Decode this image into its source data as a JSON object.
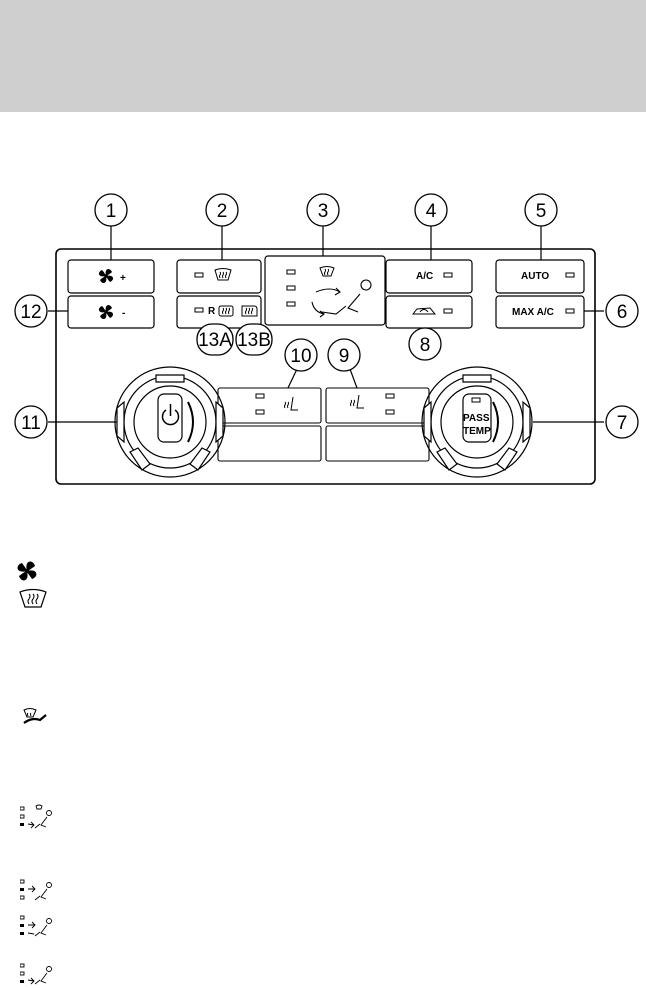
{
  "callouts": [
    "1",
    "2",
    "3",
    "4",
    "5",
    "6",
    "7",
    "8",
    "9",
    "10",
    "11",
    "12",
    "13A",
    "13B"
  ],
  "buttons": {
    "fan_up": "+",
    "fan_down": "-",
    "rear_defrost_r": "R",
    "ac": "A/C",
    "auto": "AUTO",
    "max_ac": "MAX A/C",
    "pass_temp_line1": "PASS",
    "pass_temp_line2": "TEMP"
  },
  "icons": {
    "fan": "fan-icon",
    "windshield_defrost": "windshield-defrost-icon",
    "rear_defrost": "rear-defrost-icon",
    "heated_mirror": "heated-mirror-icon",
    "air_distribution": "air-distribution-icon",
    "recirculation": "recirculation-icon",
    "heated_seat": "heated-seat-icon",
    "power": "power-icon"
  }
}
